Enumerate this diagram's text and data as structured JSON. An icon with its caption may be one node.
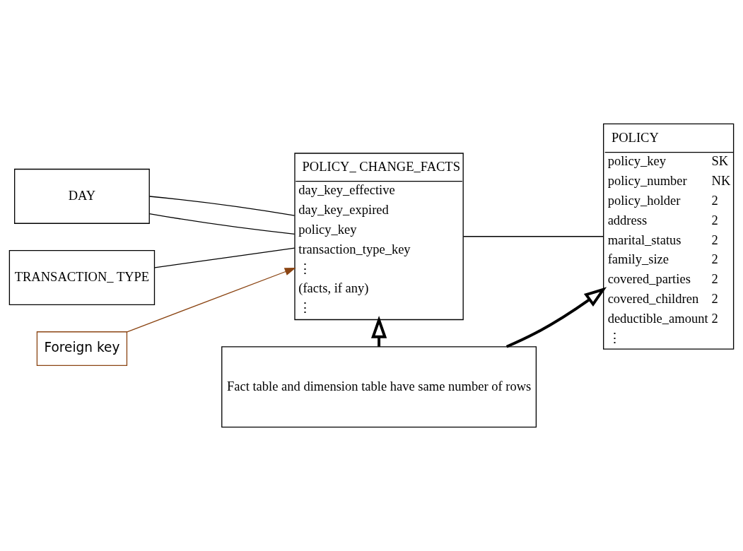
{
  "diagram": {
    "nodes": [
      {
        "text": [
          "DAY"
        ]
      },
      {
        "text": [
          "TRANSACTION_ TYPE"
        ]
      },
      {
        "text": [
          "POLICY_ CHANGE_FACTS",
          "day_key_effective",
          "day_key_expired",
          "policy_key",
          "transaction_type_key",
          "⋮",
          "(facts, if any)",
          "⋮"
        ]
      },
      {
        "text": [
          "POLICY",
          "policy_key",
          "SK",
          "policy_number",
          "NK",
          "policy_holder",
          "2",
          "address",
          "2",
          "marital_status",
          "2",
          "family_size",
          "2",
          "covered_parties",
          "2",
          "covered_children",
          "2",
          "deductible_amount",
          "2",
          "⋮"
        ]
      },
      {
        "text": [
          "Foreign key"
        ]
      },
      {
        "text": [
          "Fact table and dimension table have same number of rows"
        ]
      }
    ],
    "edges": [
      {
        "from": 0,
        "to": 2,
        "arrow": "none"
      },
      {
        "from": 0,
        "to": 2,
        "arrow": "none"
      },
      {
        "from": 1,
        "to": 2,
        "arrow": "none"
      },
      {
        "from": 2,
        "to": 3,
        "arrow": "none"
      },
      {
        "from": 4,
        "to": 2,
        "arrow": "to",
        "color": "#8b4513"
      },
      {
        "from": 5,
        "to": 2,
        "arrow": "to",
        "style": "thick"
      },
      {
        "from": 5,
        "to": 3,
        "arrow": "to",
        "style": "thick"
      }
    ]
  }
}
